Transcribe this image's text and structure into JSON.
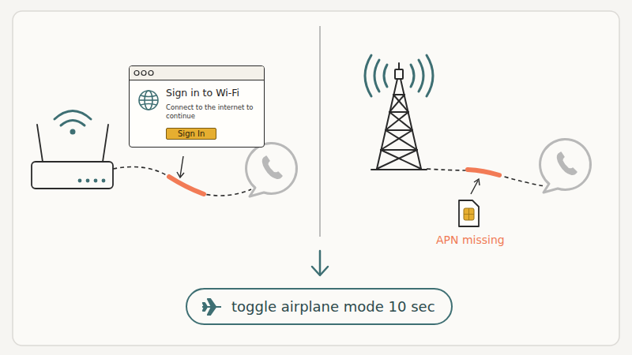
{
  "diagram": {
    "nodes": [
      {
        "text": [
          "Sign in to Wi-Fi",
          "Connect to the internet to continue"
        ]
      },
      {
        "text": [
          "Sign In"
        ],
        "in": 0
      },
      {
        "text": [
          "toggle airplane mode 10 sec"
        ]
      }
    ],
    "labels": [
      "APN missing"
    ]
  }
}
